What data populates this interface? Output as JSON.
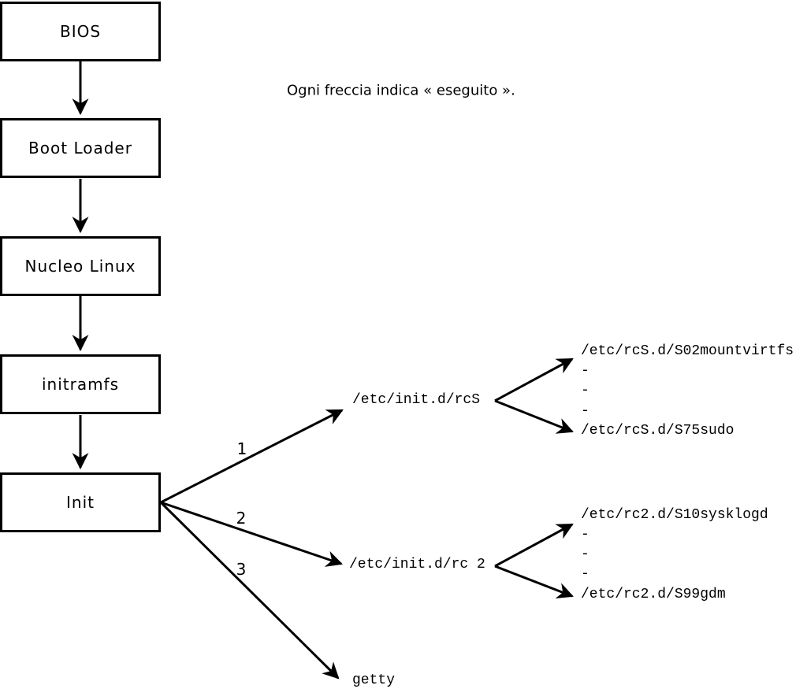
{
  "diagram": {
    "caption": "Ogni freccia indica « eseguito ».",
    "boot_chain": [
      {
        "label": "BIOS"
      },
      {
        "label": "Boot Loader"
      },
      {
        "label": "Nucleo Linux"
      },
      {
        "label": "initramfs"
      },
      {
        "label": "Init"
      }
    ],
    "init_branches": [
      {
        "order": "1",
        "target": "/etc/init.d/rcS"
      },
      {
        "order": "2",
        "target": "/etc/init.d/rc 2"
      },
      {
        "order": "3",
        "target": "getty"
      }
    ],
    "rcs_scripts": [
      "/etc/rcS.d/S02mountvirtfs",
      "-",
      "-",
      "-",
      "/etc/rcS.d/S75sudo"
    ],
    "rc2_scripts": [
      "/etc/rc2.d/S10sysklogd",
      "-",
      "-",
      "-",
      "/etc/rc2.d/S99gdm"
    ],
    "colors": {
      "line": "#000000",
      "background": "#ffffff",
      "box_fill": "#ffffff"
    }
  }
}
